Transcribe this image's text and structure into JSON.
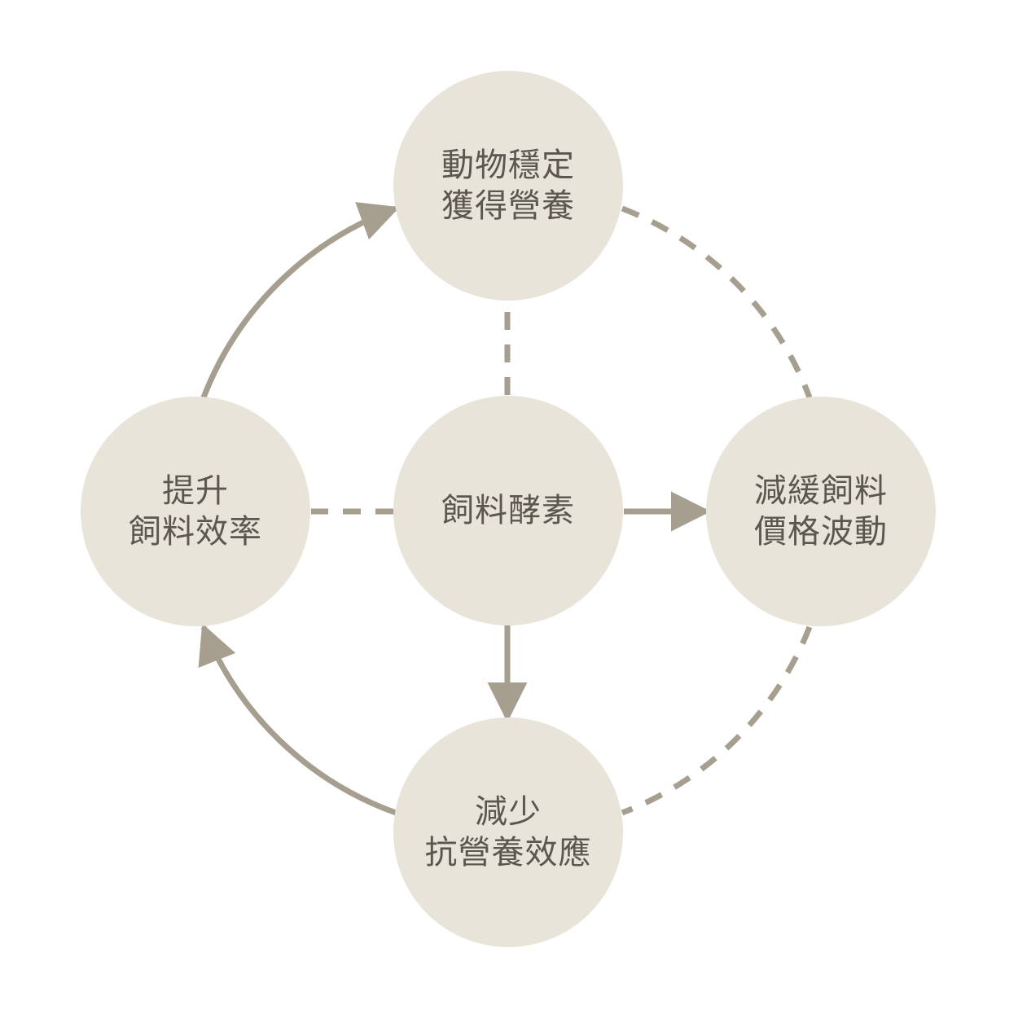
{
  "colors": {
    "background": "#ffffff",
    "node_fill": "#e9e4d9",
    "connector": "#a69e8e",
    "text": "#5b5650"
  },
  "nodes": {
    "center": {
      "lines": [
        "飼料酵素"
      ]
    },
    "top": {
      "lines": [
        "動物穩定",
        "獲得營養"
      ]
    },
    "left": {
      "lines": [
        "提升",
        "飼料效率"
      ]
    },
    "right": {
      "lines": [
        "減緩飼料",
        "價格波動"
      ]
    },
    "bottom": {
      "lines": [
        "減少",
        "抗營養效應"
      ]
    }
  },
  "connectors": [
    {
      "from": "center",
      "to": "top",
      "style": "dashed",
      "arrow": false
    },
    {
      "from": "center",
      "to": "left",
      "style": "dashed",
      "arrow": false
    },
    {
      "from": "center",
      "to": "right",
      "style": "solid",
      "arrow": true
    },
    {
      "from": "center",
      "to": "bottom",
      "style": "solid",
      "arrow": true
    },
    {
      "from": "left",
      "to": "top",
      "style": "solid",
      "arrow": true
    },
    {
      "from": "bottom",
      "to": "left",
      "style": "solid",
      "arrow": true
    },
    {
      "from": "top",
      "to": "right",
      "style": "dashed",
      "arrow": false
    },
    {
      "from": "right",
      "to": "bottom",
      "style": "dashed",
      "arrow": false
    }
  ]
}
